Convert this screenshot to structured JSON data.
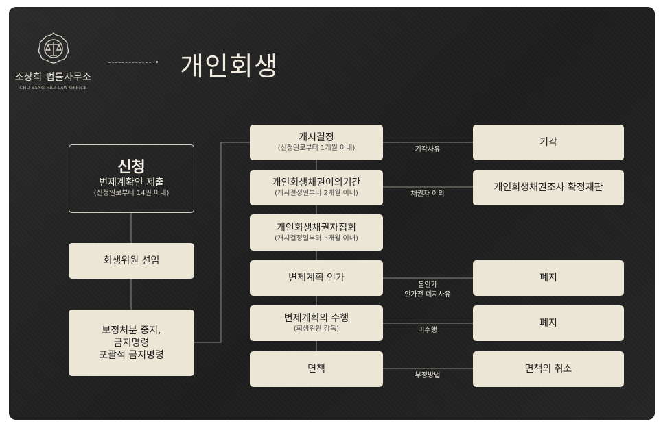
{
  "title": "개인회생",
  "logo": {
    "name_kr": "조상희 법률사무소",
    "name_en": "CHO SANG HEE LAW OFFICE"
  },
  "left": {
    "apply": {
      "title": "신청",
      "line": "변제계확인 제출",
      "sub": "(신청일로부터 14일 이내)"
    },
    "commissioner": "회생위원 선임",
    "preservation": [
      "보정처분 중지,",
      "금지명령",
      "포괄적 금지명령"
    ]
  },
  "middle": [
    {
      "main": "개시결정",
      "sub": "(신청일로부터 1개월 이내)"
    },
    {
      "main": "개인회생채권이의기간",
      "sub": "(개시결정일부터 2개월 이내)"
    },
    {
      "main": "개인회생채권자집회",
      "sub": "(개시결정일부터 3개월 이내)"
    },
    {
      "main": "변제계획 인가",
      "sub": ""
    },
    {
      "main": "변제계획의 수행",
      "sub": "(회생위원 감독)"
    },
    {
      "main": "면책",
      "sub": ""
    }
  ],
  "right": [
    {
      "main": "기각"
    },
    {
      "main": "개인회생채권조사 확정재판"
    },
    {
      "main": "폐지"
    },
    {
      "main": "폐지"
    },
    {
      "main": "면책의 취소"
    }
  ],
  "connectors": [
    {
      "line1": "기각사유",
      "line2": ""
    },
    {
      "line1": "채권자 이의",
      "line2": ""
    },
    {
      "line1": "불인가",
      "line2": "인가전 폐지사유"
    },
    {
      "line1": "미수행",
      "line2": ""
    },
    {
      "line1": "부정방법",
      "line2": ""
    }
  ],
  "colors": {
    "background": "#222222",
    "box": "#ebe6d6",
    "line": "#8f8b80",
    "text_light": "#f0ece0"
  }
}
